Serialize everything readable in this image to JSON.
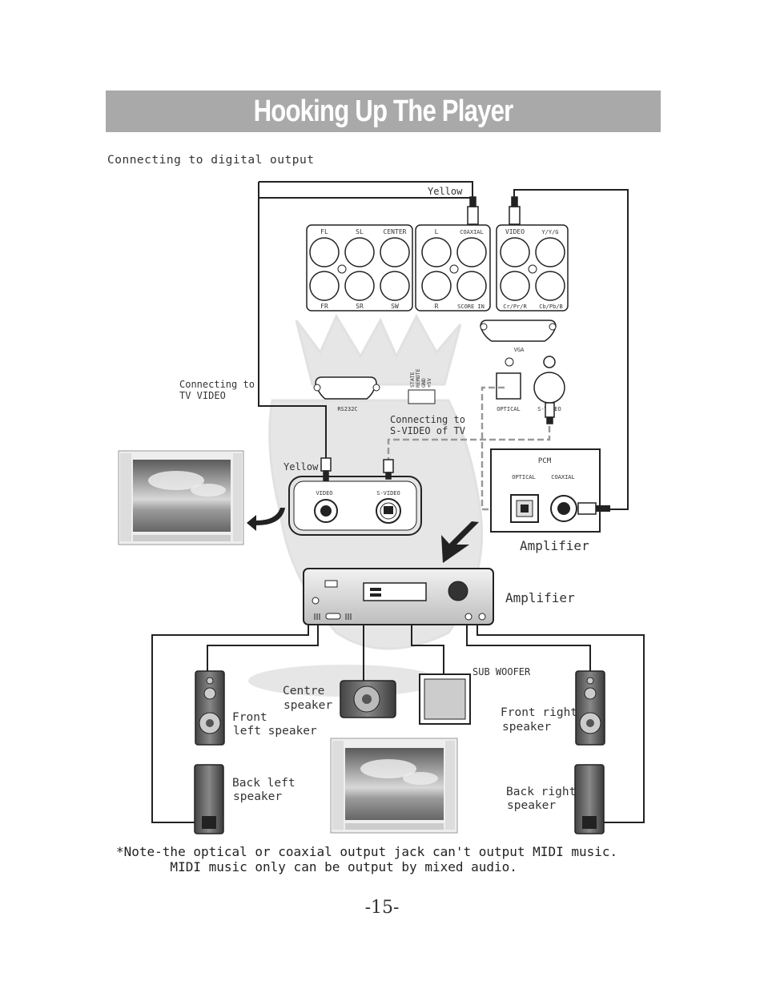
{
  "header": {
    "title": "Hooking Up The Player"
  },
  "subtitle": "Connecting to digital output",
  "panel": {
    "speaker_jacks_top": [
      "FL",
      "SL",
      "CENTER"
    ],
    "speaker_jacks_bottom": [
      "FR",
      "SR",
      "SW"
    ],
    "audio_jacks_top": [
      "L",
      "COAXIAL"
    ],
    "audio_jacks_bottom": [
      "R",
      "SCORE IN"
    ],
    "video_jacks_top": [
      "VIDEO",
      "Y/Y/G"
    ],
    "video_jacks_bottom": [
      "Cr/Pr/R",
      "Cb/Pb/B"
    ],
    "vga": "VGA",
    "rs232c": "RS232C",
    "optical": "OPTICAL",
    "svideo": "S-VIDEO",
    "state_lines": [
      "STATE",
      "REMOTE",
      "GND",
      "+5V"
    ]
  },
  "labels": {
    "yellow_top": "Yellow",
    "yellow_tv": "Yellow",
    "conn_tv_video_1": "Connecting to",
    "conn_tv_video_2": "TV VIDEO",
    "conn_svideo_1": "Connecting to",
    "conn_svideo_2": "S-VIDEO of TV",
    "tv_video": "VIDEO",
    "tv_svideo": "S-VIDEO",
    "pcm": "PCM",
    "pcm_optical": "OPTICAL",
    "pcm_coaxial": "COAXIAL",
    "amplifier_1": "Amplifier",
    "amplifier_2": "Amplifier",
    "sub_woofer": "SUB WOOFER",
    "centre_1": "Centre",
    "centre_2": "speaker",
    "front_left_1": "Front",
    "front_left_2": "left speaker",
    "front_right_1": "Front right",
    "front_right_2": "speaker",
    "back_left_1": "Back left",
    "back_left_2": "speaker",
    "back_right_1": "Back right",
    "back_right_2": "speaker"
  },
  "note": {
    "line1": "*Note-the optical or coaxial output jack can't output MIDI music.",
    "line2": "       MIDI music only can be output by mixed audio."
  },
  "page_number": "-15-",
  "colors": {
    "title_bar": "#a9a9a9",
    "line": "#222222"
  }
}
